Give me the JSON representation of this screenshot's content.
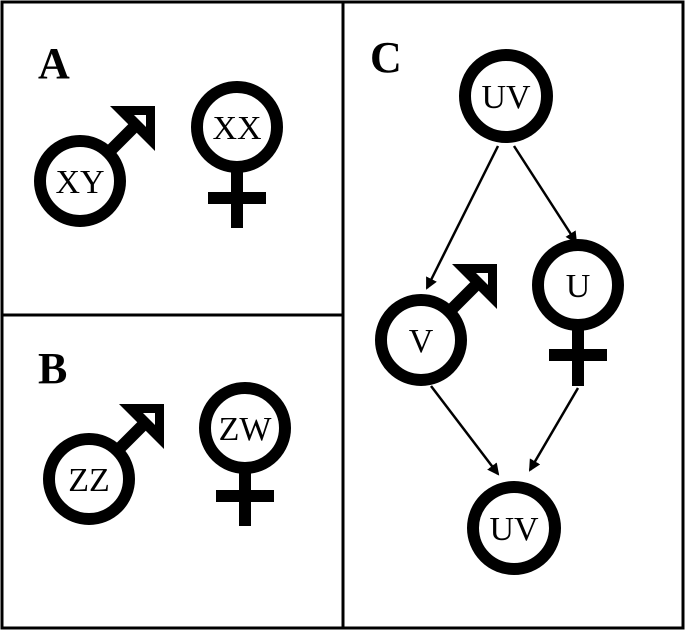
{
  "panels": [
    {
      "letter": "A",
      "male_label": "XY",
      "female_label": "XX"
    },
    {
      "letter": "B",
      "male_label": "ZZ",
      "female_label": "ZW"
    },
    {
      "letter": "C",
      "parent_label": "UV",
      "male_label": "V",
      "female_label": "U",
      "offspring_label": "UV"
    }
  ],
  "colors": {
    "ink": "#000000",
    "background": "#ffffff"
  }
}
